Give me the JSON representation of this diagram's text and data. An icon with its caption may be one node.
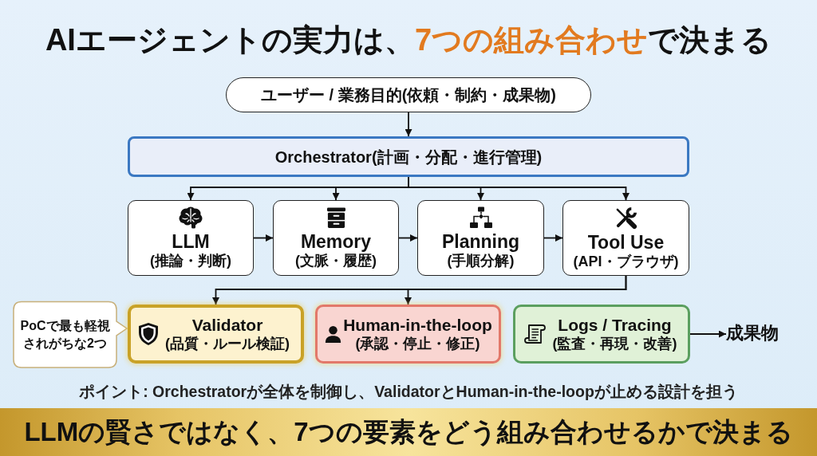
{
  "diagram": {
    "title": "AIエージェントの実力は、**7つの組み合わせ**で決まる",
    "nodes": [
      {
        "text": [
          "ユーザー / 業務目的(依頼・制約・成果物)"
        ]
      },
      {
        "text": [
          "Orchestrator(計画・分配・進行管理)"
        ]
      },
      {
        "text": [
          "LLM",
          "(推論・判断)"
        ]
      },
      {
        "text": [
          "Memory",
          "(文脈・履歴)"
        ]
      },
      {
        "text": [
          "Planning",
          "(手順分解)"
        ]
      },
      {
        "text": [
          "Tool Use",
          "(API・ブラウザ)"
        ]
      },
      {
        "text": [
          "PoCで最も軽視されがちな2つ"
        ]
      },
      {
        "text": [
          "Validator",
          "(品質・ルール検証)"
        ]
      },
      {
        "text": [
          "Human-in-the-loop",
          "(承認・停止・修正)"
        ]
      },
      {
        "text": [
          "Logs / Tracing",
          "(監査・再現・改善)"
        ]
      },
      {
        "text": [
          "成果物"
        ]
      },
      {
        "text": [
          "LLMの賢さではなく、7つの要素をどう組み合わせるかで決まる"
        ]
      }
    ],
    "edges": [
      {
        "from": 0,
        "to": 1,
        "arrow": "to"
      },
      {
        "from": 1,
        "to": 2,
        "arrow": "to"
      },
      {
        "from": 1,
        "to": 3,
        "arrow": "to"
      },
      {
        "from": 1,
        "to": 4,
        "arrow": "to"
      },
      {
        "from": 1,
        "to": 5,
        "arrow": "to"
      },
      {
        "from": 2,
        "to": 3,
        "arrow": "to"
      },
      {
        "from": 3,
        "to": 4,
        "arrow": "to"
      },
      {
        "from": 4,
        "to": 5,
        "arrow": "to"
      },
      {
        "from": 5,
        "to": 7,
        "arrow": "to"
      },
      {
        "from": 5,
        "to": 8,
        "arrow": "to"
      },
      {
        "from": 9,
        "to": 10,
        "arrow": "to"
      }
    ],
    "labels": [
      "ポイント: Orchestratorが全体を制御し、ValidatorとHuman-in-the-loopが止める設計を担う"
    ]
  }
}
